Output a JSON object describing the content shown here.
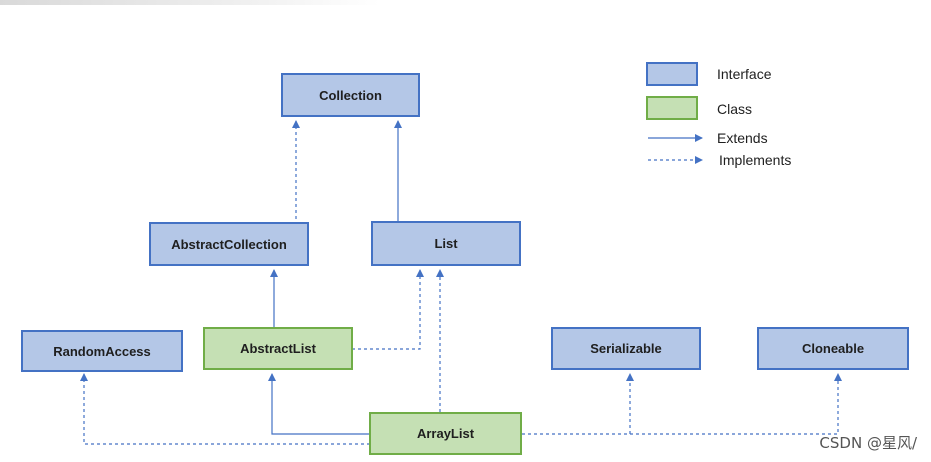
{
  "diagram": {
    "nodes": {
      "collection": {
        "label": "Collection",
        "kind": "interface"
      },
      "abstract_collection": {
        "label": "AbstractCollection",
        "kind": "interface"
      },
      "list": {
        "label": "List",
        "kind": "interface"
      },
      "random_access": {
        "label": "RandomAccess",
        "kind": "interface"
      },
      "abstract_list": {
        "label": "AbstractList",
        "kind": "class"
      },
      "serializable": {
        "label": "Serializable",
        "kind": "interface"
      },
      "cloneable": {
        "label": "Cloneable",
        "kind": "interface"
      },
      "array_list": {
        "label": "ArrayList",
        "kind": "class"
      }
    },
    "edges": [
      {
        "from": "AbstractCollection",
        "to": "Collection",
        "type": "implements"
      },
      {
        "from": "List",
        "to": "Collection",
        "type": "extends"
      },
      {
        "from": "AbstractList",
        "to": "AbstractCollection",
        "type": "extends"
      },
      {
        "from": "AbstractList",
        "to": "List",
        "type": "implements"
      },
      {
        "from": "ArrayList",
        "to": "AbstractList",
        "type": "extends"
      },
      {
        "from": "ArrayList",
        "to": "List",
        "type": "implements"
      },
      {
        "from": "ArrayList",
        "to": "RandomAccess",
        "type": "implements"
      },
      {
        "from": "ArrayList",
        "to": "Serializable",
        "type": "implements"
      },
      {
        "from": "ArrayList",
        "to": "Cloneable",
        "type": "implements"
      }
    ]
  },
  "legend": {
    "interface_label": "Interface",
    "class_label": "Class",
    "extends_label": "Extends",
    "implements_label": "Implements"
  },
  "watermark": {
    "text": "CSDN @星风/"
  },
  "colors": {
    "interface_fill": "#b4c7e7",
    "interface_border": "#4472c4",
    "class_fill": "#c5e0b4",
    "class_border": "#70ad47",
    "edge": "#4472c4"
  }
}
